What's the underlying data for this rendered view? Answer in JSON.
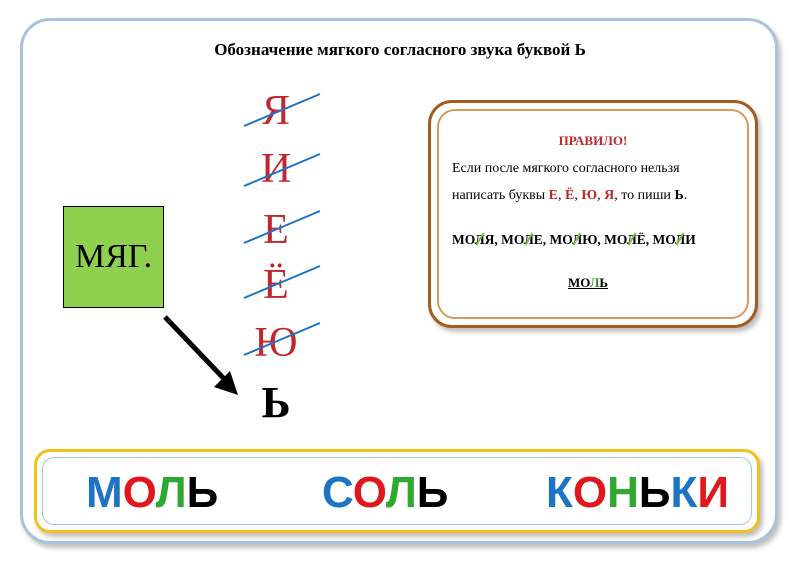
{
  "title": "Обозначение мягкого согласного звука буквой Ь",
  "soft_label": "МЯГ.",
  "vowels": [
    "Я",
    "И",
    "Е",
    "Ё",
    "Ю"
  ],
  "soft_sign": "Ь",
  "rule": {
    "heading": "ПРАВИЛО!",
    "line1": "Если после мягкого согласного нельзя",
    "line2_start": "написать буквы ",
    "letters": [
      "Е",
      "Ё",
      "Ю",
      "Я"
    ],
    "line2_end": ", то пиши ",
    "soft_sign": "Ь",
    "period": ".",
    "examples_prefix": "МО",
    "examples": [
      "Я",
      "Е",
      "Ю",
      "Ё",
      "И"
    ],
    "example_sep": ", ",
    "result_word": [
      "МО",
      "Л",
      "Ь"
    ]
  },
  "words": [
    {
      "letters": [
        "М",
        "О",
        "Л",
        "Ь"
      ]
    },
    {
      "letters": [
        "С",
        "О",
        "Л",
        "Ь"
      ]
    },
    {
      "letters": [
        "К",
        "О",
        "Н",
        "Ь",
        "К",
        "И"
      ]
    }
  ],
  "colors": {
    "frame": "#a9c3dc",
    "soft_box": "#8fd14f",
    "vowel": "#c0272d",
    "vowel_strike": "#1e74c4",
    "rule_border": "#a55a1f",
    "words_border": "#f0c21b",
    "blue": "#1e74c4",
    "red": "#e0181e",
    "green": "#2fa82f"
  }
}
